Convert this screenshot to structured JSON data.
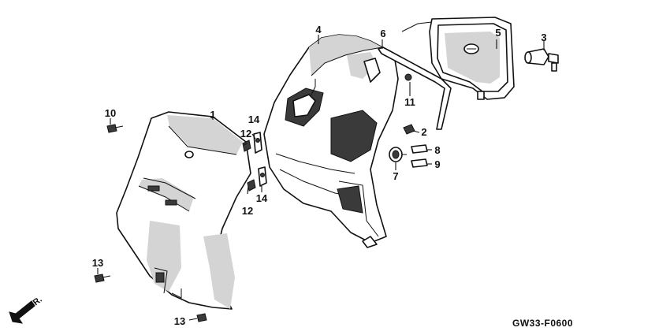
{
  "diagram_code": "GW33-F0600",
  "direction_label": "FR.",
  "callouts": {
    "c1": "1",
    "c2": "2",
    "c3": "3",
    "c4": "4",
    "c5": "5",
    "c6": "6",
    "c7": "7",
    "c8": "8",
    "c9": "9",
    "c10": "10",
    "c11": "11",
    "c12a": "12",
    "c12b": "12",
    "c13a": "13",
    "c13b": "13",
    "c14a": "14",
    "c14b": "14"
  }
}
